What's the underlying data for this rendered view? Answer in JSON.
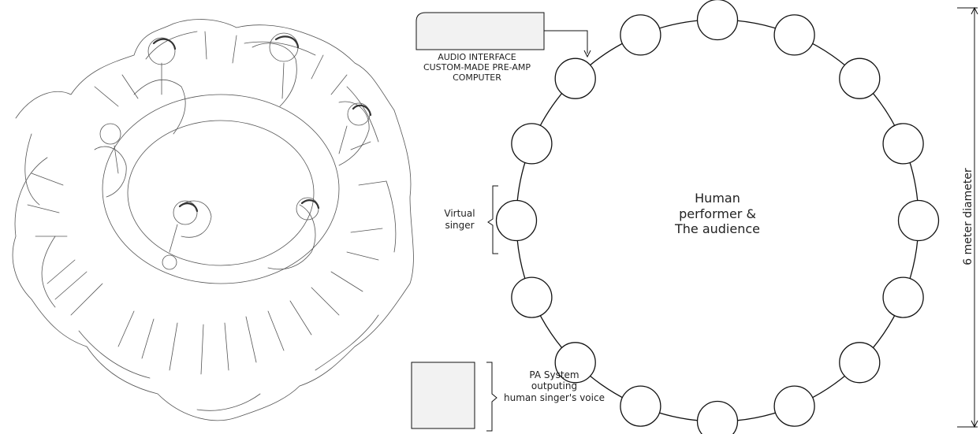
{
  "audio_interface": {
    "lines": [
      "AUDIO INTERFACE",
      "CUSTOM-MADE PRE-AMP",
      "COMPUTER"
    ]
  },
  "virtual_singer": {
    "lines": [
      "Virtual",
      "singer"
    ]
  },
  "center": {
    "lines": [
      "Human",
      "performer &",
      "The audience"
    ]
  },
  "pa_system": {
    "lines": [
      "PA System",
      "outputing",
      "human singer's voice"
    ]
  },
  "dimension": {
    "label": "6 meter diameter"
  },
  "speaker_count": 16,
  "colors": {
    "stroke": "#111111",
    "box_fill": "#f2f2f2",
    "sketch": "#555555"
  }
}
